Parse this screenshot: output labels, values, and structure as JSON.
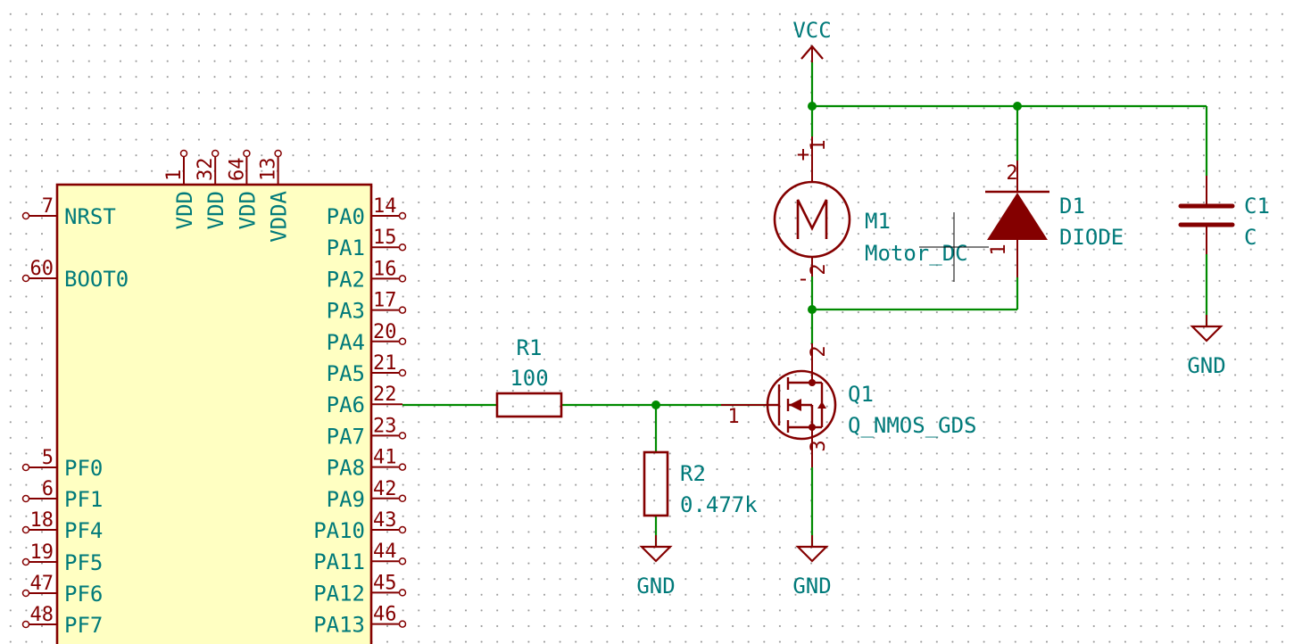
{
  "colors": {
    "wire": "#008a00",
    "symbol": "#840000",
    "ic_fill": "#ffffc2",
    "label_text": "#007a7a",
    "junction": "#008a00"
  },
  "mcu": {
    "left_pins": [
      {
        "number": "7",
        "name": "NRST"
      },
      {
        "number": "60",
        "name": "BOOT0"
      },
      {
        "number": "5",
        "name": "PF0"
      },
      {
        "number": "6",
        "name": "PF1"
      },
      {
        "number": "18",
        "name": "PF4"
      },
      {
        "number": "19",
        "name": "PF5"
      },
      {
        "number": "47",
        "name": "PF6"
      },
      {
        "number": "48",
        "name": "PF7"
      }
    ],
    "top_pins": [
      {
        "number": "1",
        "name": "VDD"
      },
      {
        "number": "32",
        "name": "VDD"
      },
      {
        "number": "64",
        "name": "VDD"
      },
      {
        "number": "13",
        "name": "VDDA"
      }
    ],
    "right_pins": [
      {
        "number": "14",
        "name": "PA0"
      },
      {
        "number": "15",
        "name": "PA1"
      },
      {
        "number": "16",
        "name": "PA2"
      },
      {
        "number": "17",
        "name": "PA3"
      },
      {
        "number": "20",
        "name": "PA4"
      },
      {
        "number": "21",
        "name": "PA5"
      },
      {
        "number": "22",
        "name": "PA6"
      },
      {
        "number": "23",
        "name": "PA7"
      },
      {
        "number": "41",
        "name": "PA8"
      },
      {
        "number": "42",
        "name": "PA9"
      },
      {
        "number": "43",
        "name": "PA10"
      },
      {
        "number": "44",
        "name": "PA11"
      },
      {
        "number": "45",
        "name": "PA12"
      },
      {
        "number": "46",
        "name": "PA13"
      }
    ]
  },
  "r1": {
    "ref": "R1",
    "value": "100"
  },
  "r2": {
    "ref": "R2",
    "value": "0.477k"
  },
  "q1": {
    "ref": "Q1",
    "value": "Q_NMOS_GDS",
    "pin_gate": "1",
    "pin_drain": "2",
    "pin_source": "3"
  },
  "m1": {
    "ref": "M1",
    "value": "Motor_DC",
    "pin_plus_sign": "+",
    "pin_plus": "1",
    "pin_minus_sign": "-",
    "pin_minus": "2"
  },
  "d1": {
    "ref": "D1",
    "value": "DIODE",
    "pin_anode": "1",
    "pin_cathode": "2"
  },
  "c1": {
    "ref": "C1",
    "value": "C"
  },
  "power": {
    "vcc": "VCC",
    "gnd": "GND"
  }
}
